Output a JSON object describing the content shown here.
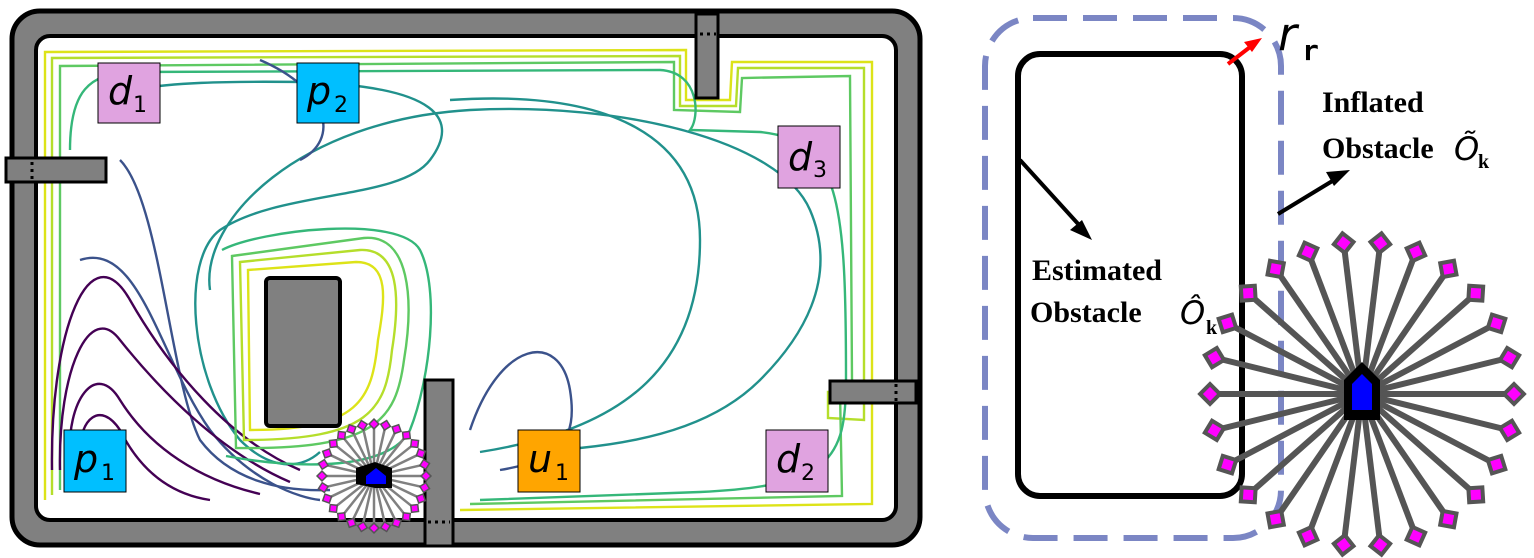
{
  "left_panel": {
    "labels": [
      {
        "id": "d1",
        "main": "d",
        "sub": "1",
        "color": "#e0a3e0"
      },
      {
        "id": "p2",
        "main": "p",
        "sub": "2",
        "color": "#00bfff"
      },
      {
        "id": "d3",
        "main": "d",
        "sub": "3",
        "color": "#e0a3e0"
      },
      {
        "id": "p1",
        "main": "p",
        "sub": "1",
        "color": "#00bfff"
      },
      {
        "id": "u1",
        "main": "u",
        "sub": "1",
        "color": "#ffa500"
      },
      {
        "id": "d2",
        "main": "d",
        "sub": "2",
        "color": "#e0a3e0"
      }
    ],
    "contour_colors": [
      "#440154",
      "#3b528b",
      "#21918c",
      "#35b779",
      "#5ec962",
      "#b5de2b",
      "#dde318"
    ],
    "robot_color": "#0000ff",
    "sensor_color": "#ff00ff"
  },
  "right_panel": {
    "rr": {
      "main": "r",
      "sub": "r"
    },
    "estimated": {
      "line1": "Estimated",
      "line2": "Obstacle",
      "sym": "Ô",
      "sub": "k"
    },
    "inflated": {
      "line1": "Inflated",
      "line2": "Obstacle",
      "sym": "Õ",
      "sub": "k"
    },
    "dash_color": "#7b86c4",
    "arrow_red": "#ff0000"
  }
}
